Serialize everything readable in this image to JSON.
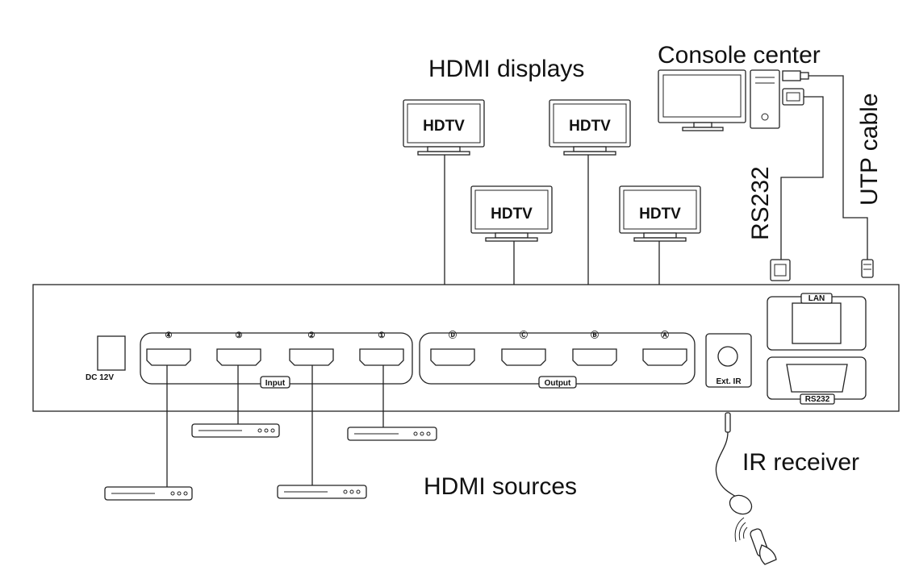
{
  "labels": {
    "hdmi_displays": "HDMI displays",
    "console_center": "Console center",
    "utp_cable": "UTP cable",
    "rs232_cable": "RS232",
    "ir_receiver": "IR receiver",
    "hdmi_sources": "HDMI sources"
  },
  "displays": [
    {
      "id": "tv-1",
      "label": "HDTV"
    },
    {
      "id": "tv-2",
      "label": "HDTV"
    },
    {
      "id": "tv-3",
      "label": "HDTV"
    },
    {
      "id": "tv-4",
      "label": "HDTV"
    }
  ],
  "panel": {
    "dc_label": "DC 12V",
    "input_group_label": "Input",
    "output_group_label": "Output",
    "input_ports": [
      "④",
      "③",
      "②",
      "①"
    ],
    "output_ports": [
      "Ⓓ",
      "Ⓒ",
      "Ⓑ",
      "Ⓐ"
    ],
    "ext_ir_label": "Ext. IR",
    "lan_label": "LAN",
    "rs232_label": "RS232"
  }
}
